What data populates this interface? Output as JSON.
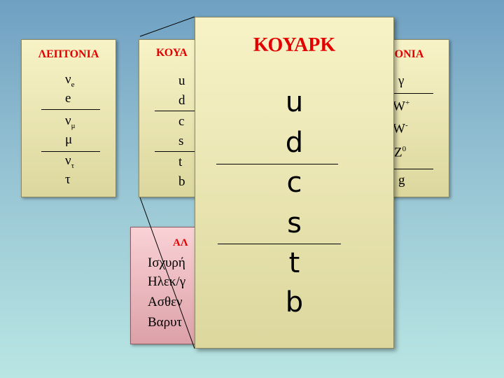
{
  "leptons": {
    "title": "ΛΕΠΤΟΝΙΑ",
    "items": [
      {
        "base": "ν",
        "sub": "e"
      },
      {
        "base": "e",
        "sub": ""
      },
      {
        "base": "ν",
        "sub": "μ"
      },
      {
        "base": "μ",
        "sub": ""
      },
      {
        "base": "ν",
        "sub": "τ"
      },
      {
        "base": "τ",
        "sub": ""
      }
    ]
  },
  "quarks_small": {
    "title": "ΚΟΥΑ",
    "items": [
      "u",
      "d",
      "c",
      "s",
      "t",
      "b"
    ]
  },
  "bosons": {
    "title": "ΖΟΝΙΑ",
    "items": [
      {
        "base": "γ",
        "sup": ""
      },
      {
        "base": "W",
        "sup": "+"
      },
      {
        "base": "W",
        "sup": "-"
      },
      {
        "base": "Z",
        "sup": "0"
      },
      {
        "base": "g",
        "sup": ""
      }
    ]
  },
  "forces": {
    "title": "ΑΛ",
    "items": [
      "Ισχυρή",
      "Ηλεκ/γ",
      "Ασθεν",
      "Βαρυτ"
    ]
  },
  "quarks_big": {
    "title": "ΚΟΥΑΡΚ",
    "items": [
      "u",
      "d",
      "c",
      "s",
      "t",
      "b"
    ]
  },
  "colors": {
    "title_red": "#e20000",
    "panel_yellow": "#f7f3c7",
    "panel_pink": "#f9d2d6",
    "background_top": "#6fa0c2",
    "background_bottom": "#b9e6e3"
  }
}
